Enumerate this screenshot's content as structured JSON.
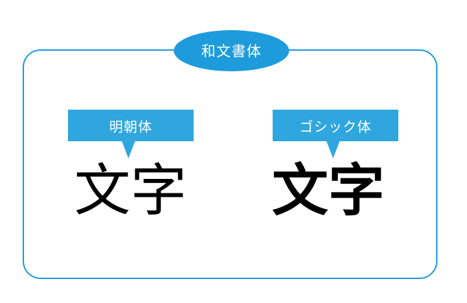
{
  "title": "和文書体",
  "fonts": [
    {
      "label": "明朝体",
      "sample": "文字"
    },
    {
      "label": "ゴシック体",
      "sample": "文字"
    }
  ],
  "colors": {
    "accent": "#1E9BDB",
    "label_fill": "#2FA6DE",
    "text": "#000000",
    "background": "#ffffff"
  }
}
